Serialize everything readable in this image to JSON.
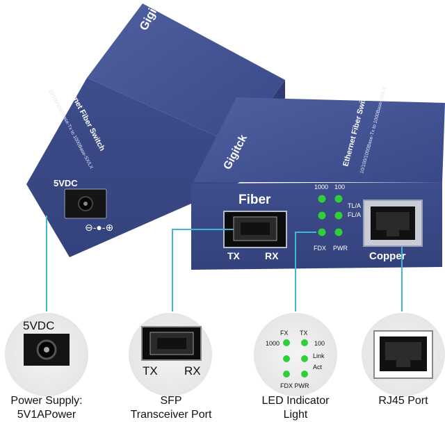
{
  "brand": "Gigitck",
  "device_label": "Ethernet Fiber Switch",
  "device_spec": "10/100/1000Base-Tx to 1000Base-SX/LX",
  "power_label": "5VDC",
  "polarity_label": "⊖-●-⊕",
  "fiber_label": "Fiber",
  "tx_label": "TX",
  "rx_label": "RX",
  "copper_label": "Copper",
  "front_leds": {
    "top_left": "1000",
    "top_right": "100",
    "row1_right": "TL/A",
    "row2_right": "FL/A",
    "bottom_left": "FDX",
    "bottom_right": "PWR"
  },
  "detail_leds": {
    "fx": "FX",
    "tx": "TX",
    "l1000": "1000",
    "l100": "100",
    "link": "Link",
    "act": "Act",
    "fdx_pwr": "FDX PWR"
  },
  "colors": {
    "device_body": "#3b4a86",
    "device_dark": "#2b3566",
    "callout_line": "#3fb8d6",
    "led_green": "#2fcf3a"
  },
  "captions": [
    {
      "line1": "Power Supply:",
      "line2": "5V1APower"
    },
    {
      "line1": "SFP",
      "line2": "Transceiver Port"
    },
    {
      "line1": "LED Indicator",
      "line2": "Light"
    },
    {
      "line1": "RJ45 Port",
      "line2": ""
    }
  ]
}
